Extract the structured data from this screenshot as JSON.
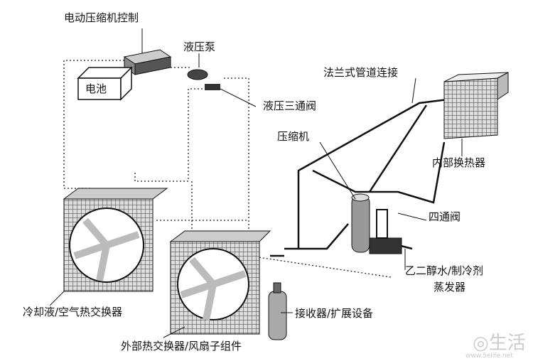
{
  "labels": {
    "controller": "电动压缩机控制",
    "battery": "电池",
    "pump": "液压泵",
    "three_way_valve": "液压三通阀",
    "flange": "法兰式管道连接",
    "compressor": "压缩机",
    "internal_hx": "内部换热器",
    "four_way_valve": "四通阀",
    "evaporator_line1": "乙二醇水/制冷剂",
    "evaporator_line2": "蒸发器",
    "coolant_hx": "冷却液/空气热交换器",
    "receiver": "接收器/扩展设备",
    "external_hx": "外部热交换器/风扇子组件"
  },
  "watermark": {
    "text": "生活",
    "url": "www.5elife.net"
  }
}
